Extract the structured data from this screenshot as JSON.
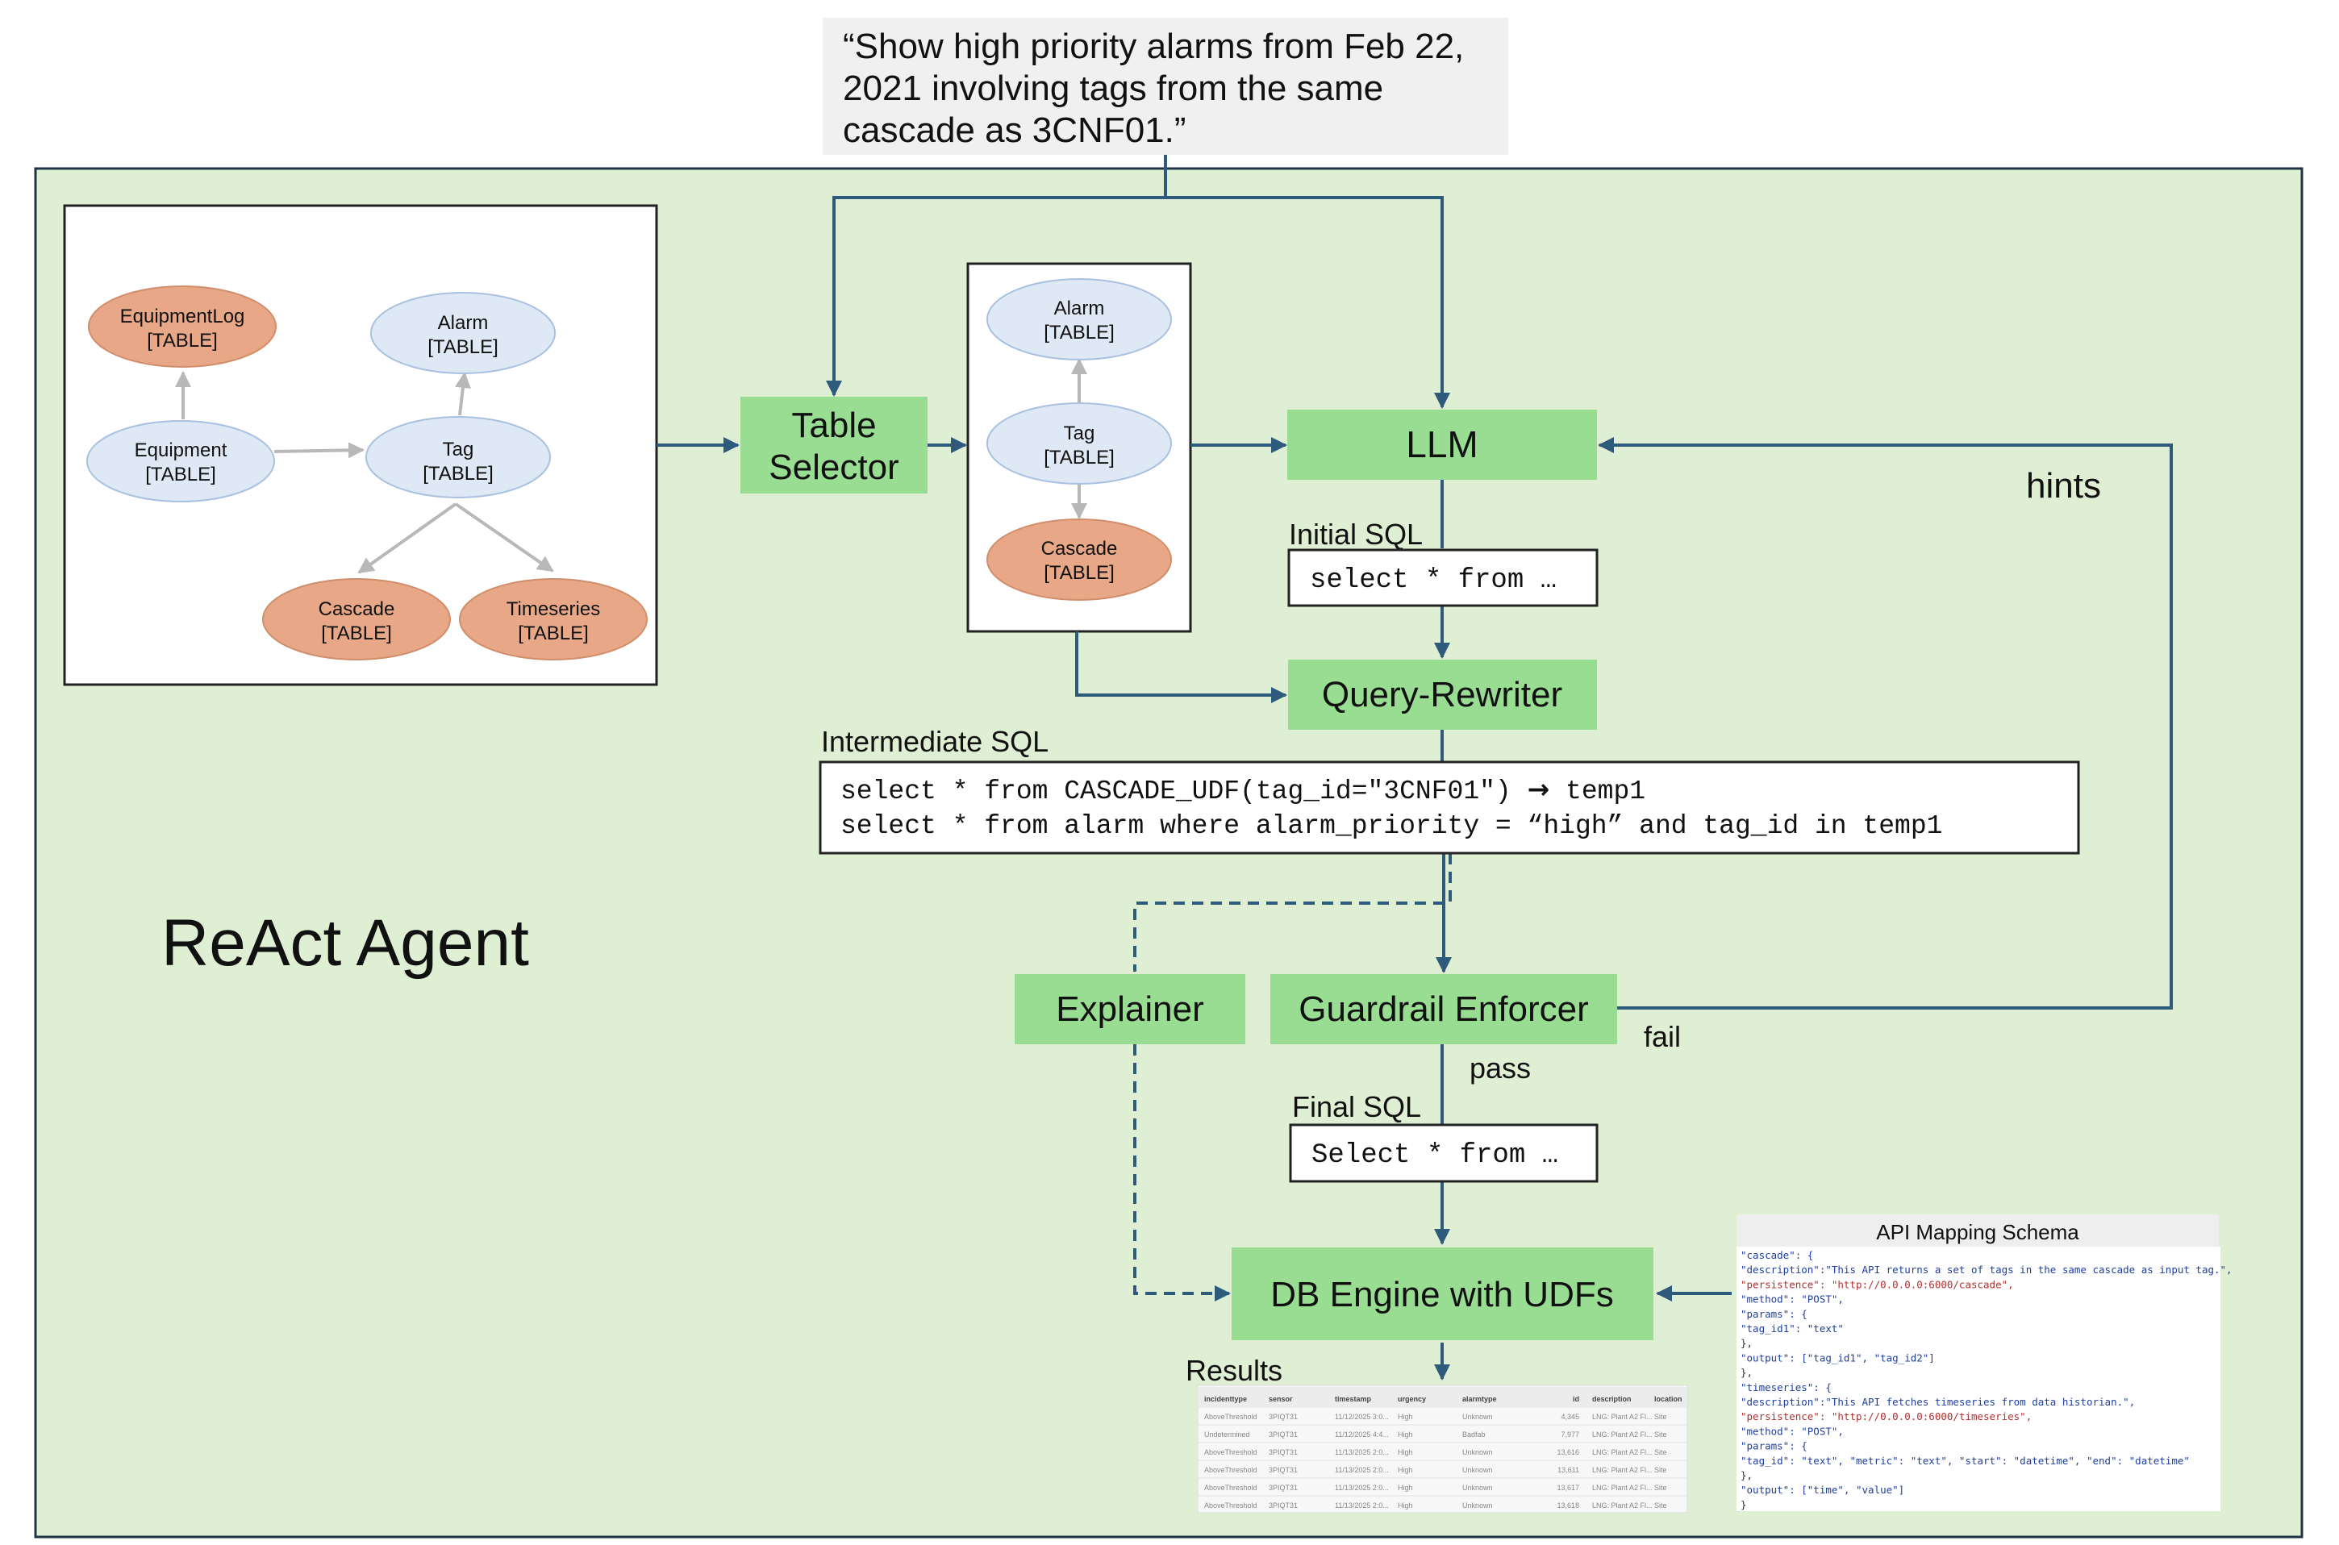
{
  "query": {
    "lines": [
      "“Show high priority alarms from Feb 22,",
      "2021 involving tags from the same",
      "cascade as 3CNF01.”"
    ]
  },
  "agent_label": "ReAct Agent",
  "graph_nodes": {
    "equipmentlog": {
      "name": "EquipmentLog",
      "type": "[TABLE]"
    },
    "alarm": {
      "name": "Alarm",
      "type": "[TABLE]"
    },
    "equipment": {
      "name": "Equipment",
      "type": "[TABLE]"
    },
    "tag": {
      "name": "Tag",
      "type": "[TABLE]"
    },
    "cascade": {
      "name": "Cascade",
      "type": "[TABLE]"
    },
    "timeseries": {
      "name": "Timeseries",
      "type": "[TABLE]"
    }
  },
  "selected_nodes": {
    "alarm": {
      "name": "Alarm",
      "type": "[TABLE]"
    },
    "tag": {
      "name": "Tag",
      "type": "[TABLE]"
    },
    "cascade": {
      "name": "Cascade",
      "type": "[TABLE]"
    }
  },
  "components": {
    "table_selector": [
      "Table",
      "Selector"
    ],
    "llm": "LLM",
    "query_rewriter": "Query-Rewriter",
    "explainer": "Explainer",
    "guardrail": "Guardrail Enforcer",
    "db_engine": "DB Engine with UDFs"
  },
  "labels": {
    "hints": "hints",
    "fail": "fail",
    "pass": "pass",
    "initial_sql": "Initial SQL",
    "intermediate_sql": "Intermediate SQL",
    "final_sql": "Final SQL",
    "results": "Results"
  },
  "sql": {
    "initial": "select * from …",
    "intermediate_line1": "select * from CASCADE_UDF(tag_id=\"3CNF01\")",
    "intermediate_line1_arrow": "→",
    "intermediate_line1_suffix": "temp1",
    "intermediate_line2": "select * from alarm where alarm_priority = “high” and tag_id in temp1",
    "final": "Select * from …"
  },
  "api_schema": {
    "title": "API Mapping Schema",
    "lines": [
      "\"cascade\": {",
      "    \"description\":\"This API returns a set of tags in the same cascade as input tag.\",",
      "    \"persistence\": \"http://0.0.0.0:6000/cascade\",",
      "    \"method\": \"POST\",",
      "    \"params\": {",
      "        \"tag_id1\": \"text\"",
      "    },",
      "    \"output\": [\"tag_id1\", \"tag_id2\"]",
      "},",
      "\"timeseries\": {",
      "    \"description\":\"This API fetches timeseries from data historian.\",",
      "    \"persistence\": \"http://0.0.0.0:6000/timeseries\",",
      "    \"method\": \"POST\",",
      "    \"params\": {",
      "        \"tag_id\": \"text\", \"metric\": \"text\", \"start\": \"datetime\", \"end\": \"datetime\"",
      "    },",
      "    \"output\": [\"time\", \"value\"]",
      "}"
    ]
  },
  "results_table": {
    "headers": [
      "incidenttype",
      "sensor",
      "timestamp",
      "urgency",
      "alarmtype",
      "id",
      "description",
      "location"
    ],
    "rows": [
      [
        "AboveThreshold",
        "3PIQT31",
        "11/12/2025 3:0...",
        "High",
        "Unknown",
        "4,345",
        "LNG: Plant A2 Fl...",
        "Site"
      ],
      [
        "Undetermined",
        "3PIQT31",
        "11/12/2025 4:4...",
        "High",
        "Badfab",
        "7,977",
        "LNG: Plant A2 Fl...",
        "Site"
      ],
      [
        "AboveThreshold",
        "3PIQT31",
        "11/13/2025 2:0...",
        "High",
        "Unknown",
        "13,616",
        "LNG: Plant A2 Fl...",
        "Site"
      ],
      [
        "AboveThreshold",
        "3PIQT31",
        "11/13/2025 2:0...",
        "High",
        "Unknown",
        "13,611",
        "LNG: Plant A2 Fl...",
        "Site"
      ],
      [
        "AboveThreshold",
        "3PIQT31",
        "11/13/2025 2:0...",
        "High",
        "Unknown",
        "13,617",
        "LNG: Plant A2 Fl...",
        "Site"
      ],
      [
        "AboveThreshold",
        "3PIQT31",
        "11/13/2025 2:0...",
        "High",
        "Unknown",
        "13,618",
        "LNG: Plant A2 Fl...",
        "Site"
      ]
    ]
  },
  "colors": {
    "agent_bg": "#dfefd3",
    "component_green": "#99dd93",
    "node_blue": "#dfe8f5",
    "node_orange": "#e8a887",
    "arrow": "#2e5a7c",
    "gray_arrow": "#bbbbbb"
  }
}
